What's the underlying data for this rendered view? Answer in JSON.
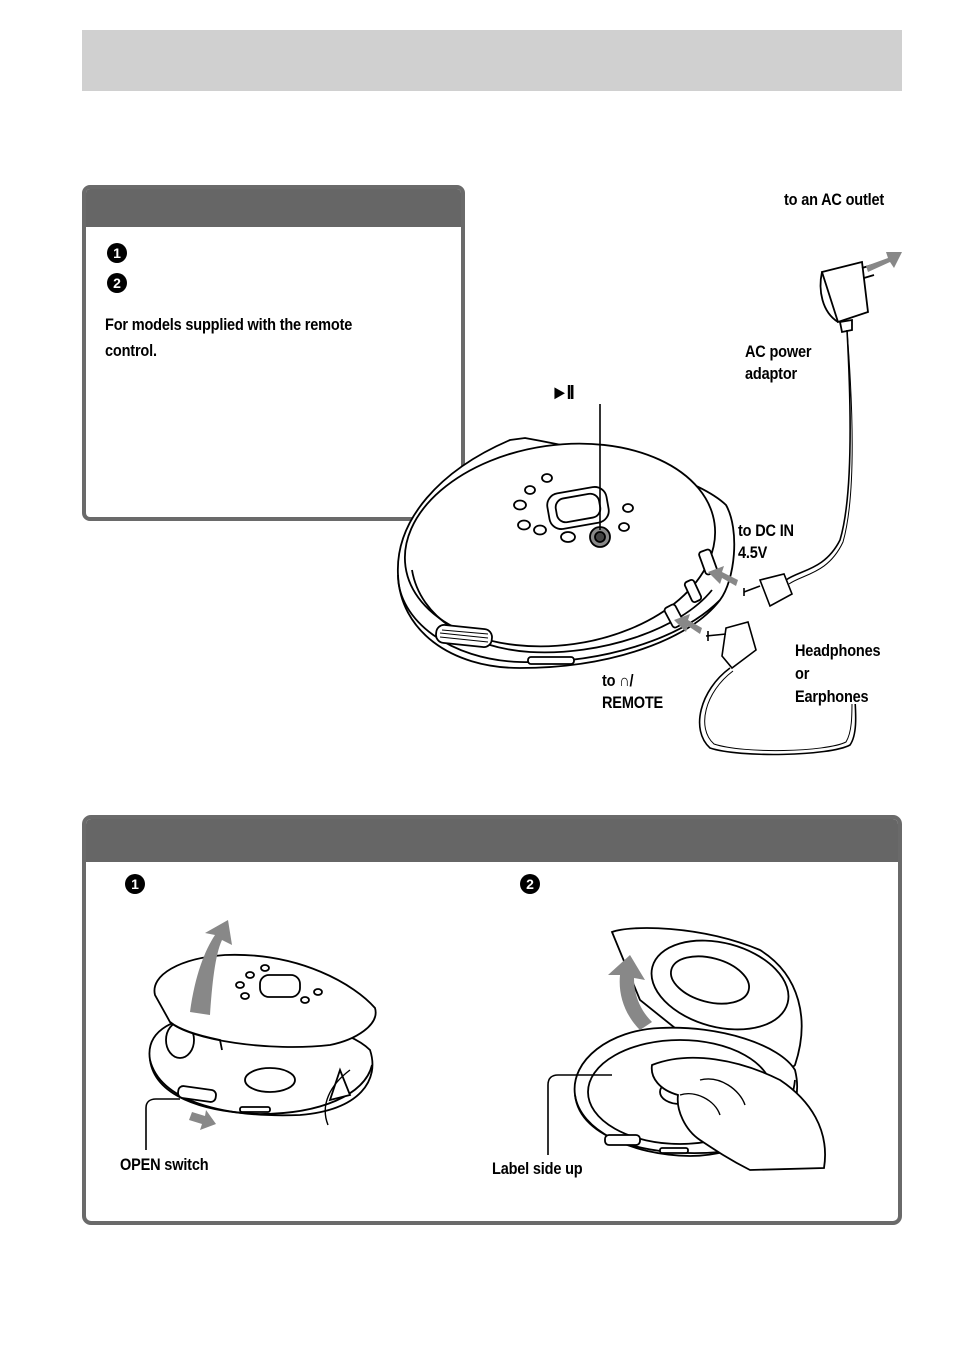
{
  "header_band": {
    "color": "#d0d0d0"
  },
  "step1": {
    "numbers": [
      "1",
      "2"
    ],
    "note": [
      "For models supplied with the remote",
      "control."
    ]
  },
  "connection_labels": {
    "ac_outlet": "to an AC outlet",
    "ac_adaptor": [
      "AC power",
      "adaptor"
    ],
    "play_pause": "►II",
    "dc_in": [
      "to DC IN",
      "4.5V"
    ],
    "headphones": [
      "Headphones",
      "or",
      "Earphones"
    ],
    "remote": [
      "to ∩/",
      "REMOTE"
    ]
  },
  "step2": {
    "numbers": [
      "1",
      "2"
    ],
    "open_switch": "OPEN switch",
    "label_side": "Label side up"
  },
  "colors": {
    "panel_header": "#666666",
    "panel_border": "#6a6a6a",
    "arrow": "#888888",
    "line": "#000000"
  },
  "icons": [
    "headphones-icon",
    "play-pause-icon",
    "arrow-icon",
    "plug-icon"
  ]
}
